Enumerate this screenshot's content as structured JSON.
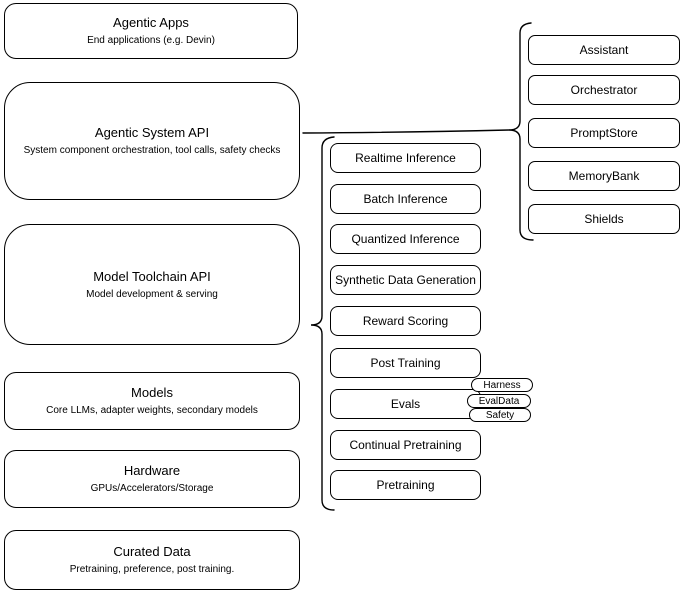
{
  "diagram": {
    "left_stack": [
      {
        "title": "Agentic Apps",
        "subtitle": "End applications (e.g. Devin)"
      },
      {
        "title": "Agentic System API",
        "subtitle": "System component orchestration, tool calls, safety checks"
      },
      {
        "title": "Model Toolchain API",
        "subtitle": "Model development & serving"
      },
      {
        "title": "Models",
        "subtitle": "Core LLMs, adapter weights, secondary models"
      },
      {
        "title": "Hardware",
        "subtitle": "GPUs/Accelerators/Storage"
      },
      {
        "title": "Curated Data",
        "subtitle": "Pretraining, preference, post training."
      }
    ],
    "toolchain_services": [
      "Realtime Inference",
      "Batch Inference",
      "Quantized Inference",
      "Synthetic Data Generation",
      "Reward Scoring",
      "Post Training",
      "Evals",
      "Continual Pretraining",
      "Pretraining"
    ],
    "evals_tags": [
      "Harness",
      "EvalData",
      "Safety"
    ],
    "system_components": [
      "Assistant",
      "Orchestrator",
      "PromptStore",
      "MemoryBank",
      "Shields"
    ],
    "colors": {
      "stroke": "#000000",
      "fill": "#ffffff",
      "text": "#000000"
    }
  }
}
